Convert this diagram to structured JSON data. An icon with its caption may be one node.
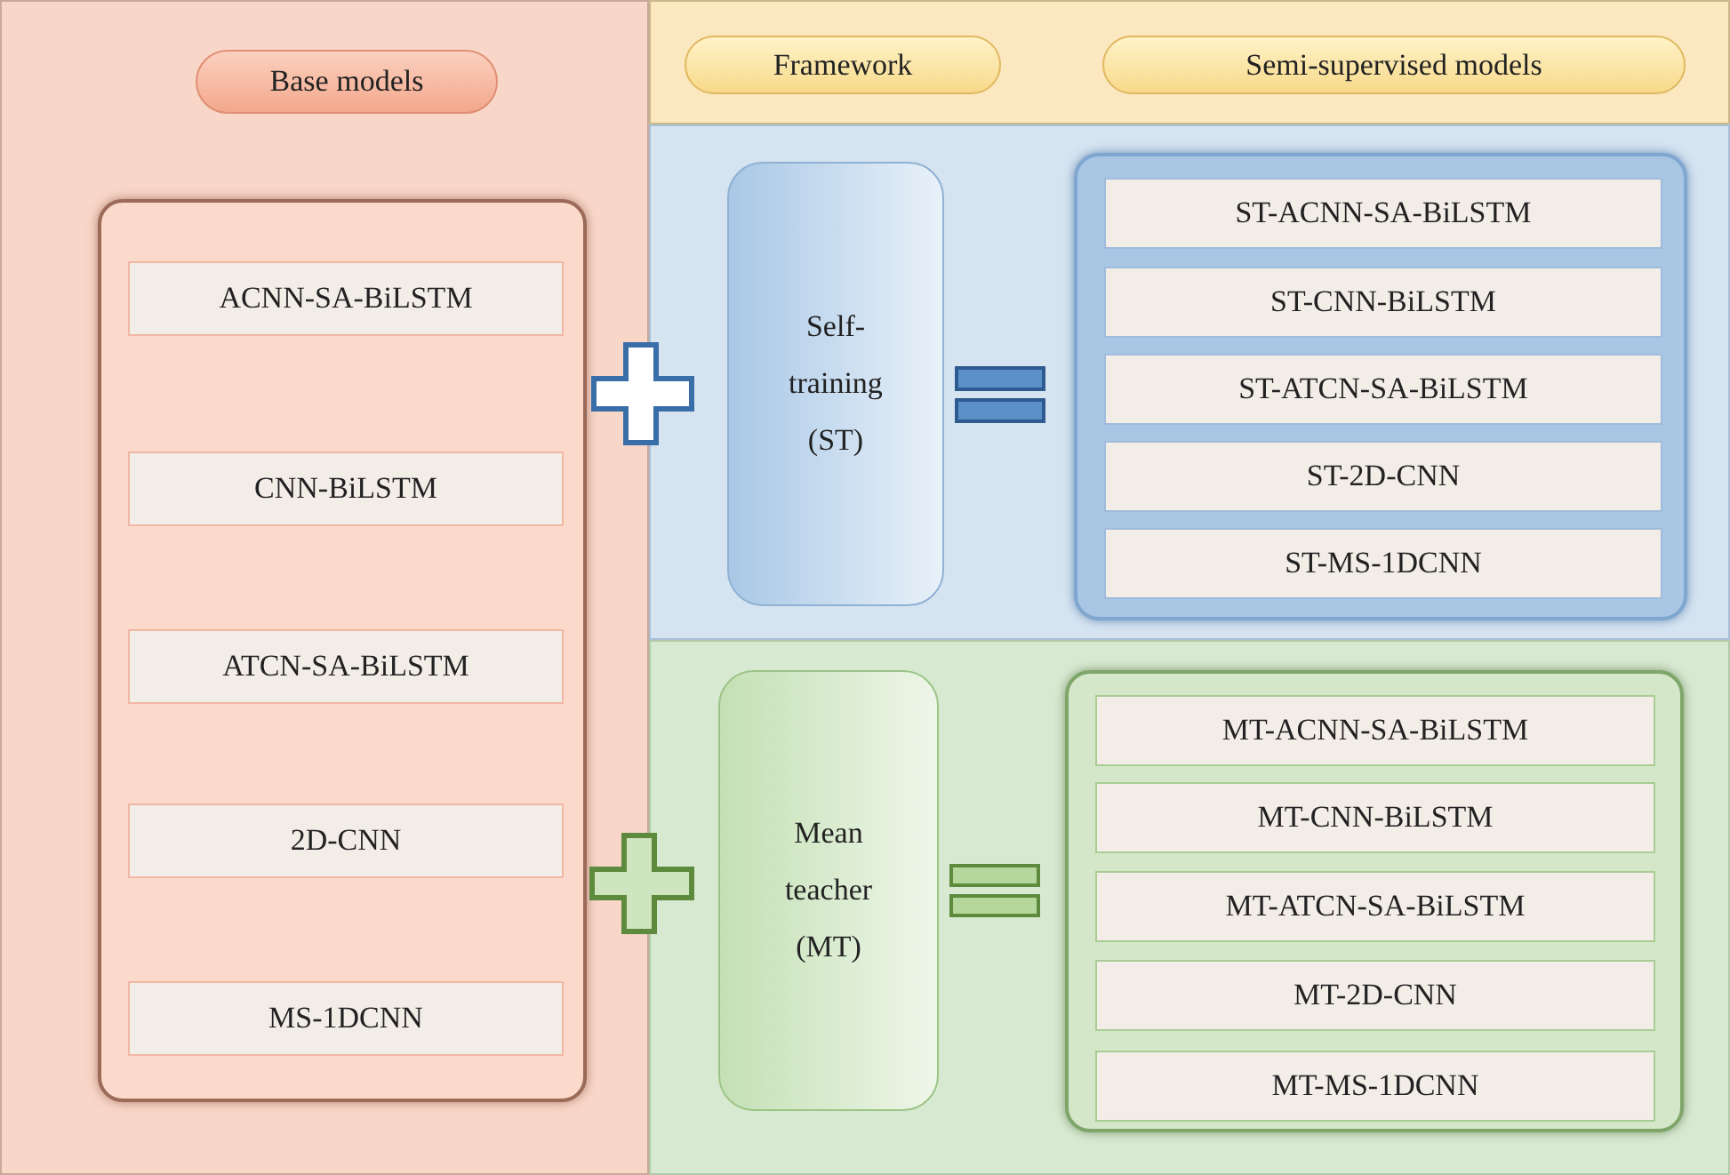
{
  "diagram": {
    "nodes": [
      {
        "text": [
          "Base models"
        ]
      },
      {
        "text": [
          "Framework"
        ]
      },
      {
        "text": [
          "Semi-supervised models"
        ]
      },
      {
        "text": [],
        "shape": "box"
      },
      {
        "text": [
          "ACNN-SA-BiLSTM"
        ],
        "in": 3
      },
      {
        "text": [
          "CNN-BiLSTM"
        ],
        "in": 3
      },
      {
        "text": [
          "ATCN-SA-BiLSTM"
        ],
        "in": 3
      },
      {
        "text": [
          "2D-CNN"
        ],
        "in": 3
      },
      {
        "text": [
          "MS-1DCNN"
        ],
        "in": 3
      },
      {
        "text": [],
        "shape": "band"
      },
      {
        "text": [
          "Self-training (ST)"
        ],
        "in": 9
      },
      {
        "text": [],
        "shape": "box",
        "in": 9
      },
      {
        "text": [
          "ST-ACNN-SA-BiLSTM"
        ],
        "in": 11
      },
      {
        "text": [
          "ST-CNN-BiLSTM"
        ],
        "in": 11
      },
      {
        "text": [
          "ST-ATCN-SA-BiLSTM"
        ],
        "in": 11
      },
      {
        "text": [
          "ST-2D-CNN"
        ],
        "in": 11
      },
      {
        "text": [
          "ST-MS-1DCNN"
        ],
        "in": 11
      },
      {
        "text": [],
        "shape": "band"
      },
      {
        "text": [
          "Mean teacher (MT)"
        ],
        "in": 17
      },
      {
        "text": [],
        "shape": "box",
        "in": 17
      },
      {
        "text": [
          "MT-ACNN-SA-BiLSTM"
        ],
        "in": 19
      },
      {
        "text": [
          "MT-CNN-BiLSTM"
        ],
        "in": 19
      },
      {
        "text": [
          "MT-ATCN-SA-BiLSTM"
        ],
        "in": 19
      },
      {
        "text": [
          "MT-2D-CNN"
        ],
        "in": 19
      },
      {
        "text": [
          "MT-MS-1DCNN"
        ],
        "in": 19
      }
    ],
    "edges": []
  }
}
